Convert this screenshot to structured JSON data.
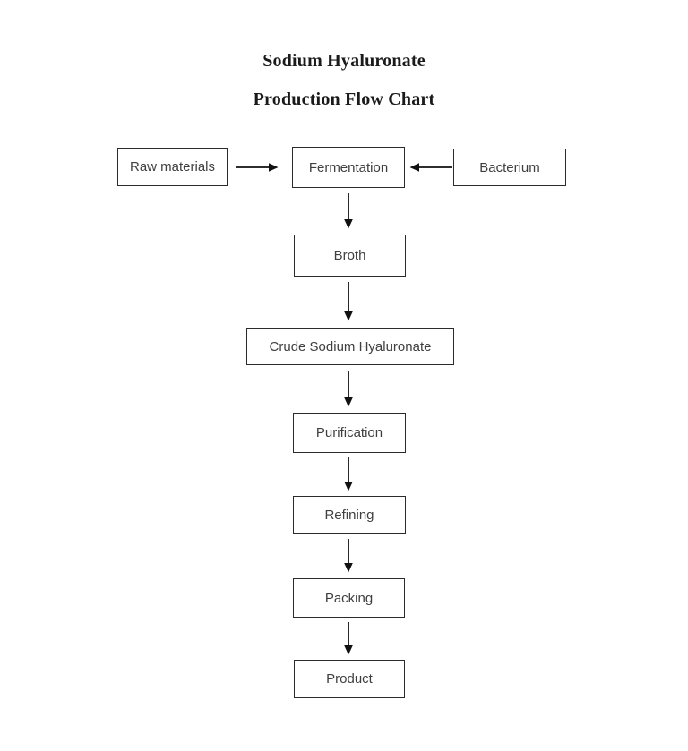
{
  "title": {
    "line1": "Sodium Hyaluronate",
    "line2": "Production Flow Chart"
  },
  "nodes": {
    "raw_materials": "Raw materials",
    "fermentation": "Fermentation",
    "bacterium": "Bacterium",
    "broth": "Broth",
    "crude_sodium_hyaluronate": "Crude Sodium Hyaluronate",
    "purification": "Purification",
    "refining": "Refining",
    "packing": "Packing",
    "product": "Product"
  },
  "edges": [
    {
      "from": "raw_materials",
      "to": "fermentation",
      "direction": "right"
    },
    {
      "from": "bacterium",
      "to": "fermentation",
      "direction": "left"
    },
    {
      "from": "fermentation",
      "to": "broth",
      "direction": "down"
    },
    {
      "from": "broth",
      "to": "crude_sodium_hyaluronate",
      "direction": "down"
    },
    {
      "from": "crude_sodium_hyaluronate",
      "to": "purification",
      "direction": "down"
    },
    {
      "from": "purification",
      "to": "refining",
      "direction": "down"
    },
    {
      "from": "refining",
      "to": "packing",
      "direction": "down"
    },
    {
      "from": "packing",
      "to": "product",
      "direction": "down"
    }
  ],
  "colors": {
    "background": "#ffffff",
    "box_border": "#2b2b2b",
    "box_text": "#3f3f3f",
    "arrow": "#111111",
    "title_text": "#1a1a1a"
  }
}
